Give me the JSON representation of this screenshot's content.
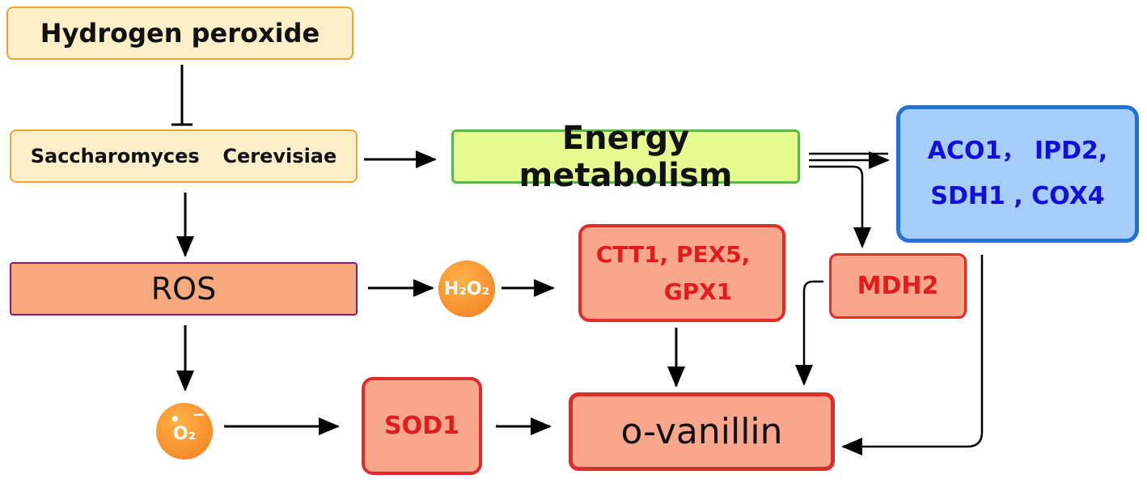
{
  "nodes": {
    "hydrogen_peroxide": "Hydrogen peroxide",
    "saccharomyces": "Saccharomyces  Cerevisiae",
    "energy_metabolism": "Energy metabolism",
    "aco_line1": "ACO1， IPD2,",
    "aco_line2": "SDH1 , COX4",
    "ros": "ROS",
    "h2o2": "H₂O₂",
    "ctt_line1": "CTT1, PEX5,",
    "ctt_line2": "GPX1",
    "mdh2": "MDH2",
    "o2": "O₂",
    "sod1": "SOD1",
    "o_vanillin": "o-vanillin"
  },
  "colors": {
    "cream_fill": "#fdf0c8",
    "orange_border": "#e9a53a",
    "lime_fill": "#e6fb8f",
    "green_border": "#5ab84a",
    "blue_fill": "#a6cdfb",
    "blue_border": "#2273d0",
    "blue_text": "#1010d8",
    "salmon_fill": "#f8a78c",
    "red_border": "#e32a2a",
    "red_text": "#e01c1c",
    "ros_fill": "#f9a97e",
    "ros_border": "#8b1a72"
  }
}
